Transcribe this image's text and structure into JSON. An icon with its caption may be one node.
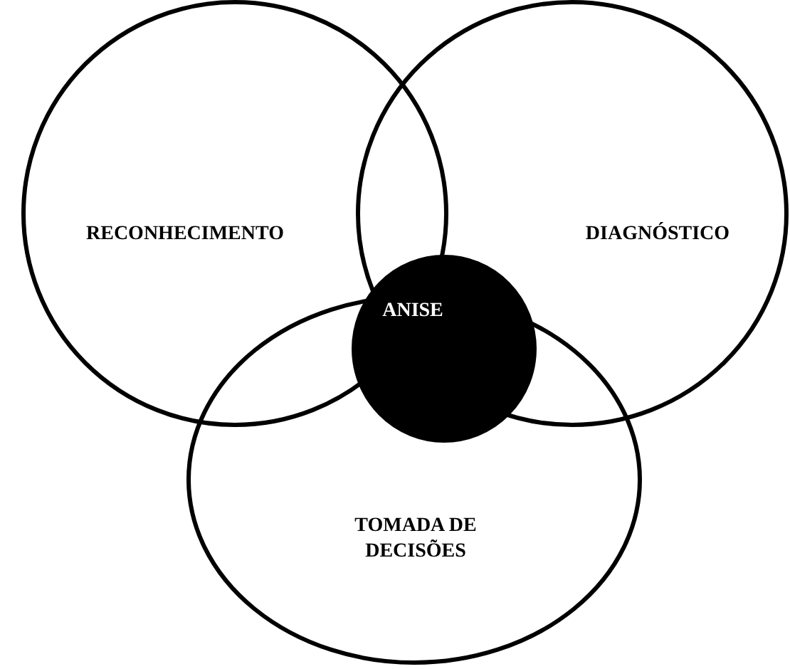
{
  "diagram": {
    "nodes": [
      {
        "text": [
          "RECONHECIMENTO"
        ]
      },
      {
        "text": [
          "DIAGNÓSTICO"
        ]
      },
      {
        "text": [
          "TOMADA DE DECISÕES"
        ]
      },
      {
        "text": [
          "ANISE"
        ]
      }
    ]
  }
}
